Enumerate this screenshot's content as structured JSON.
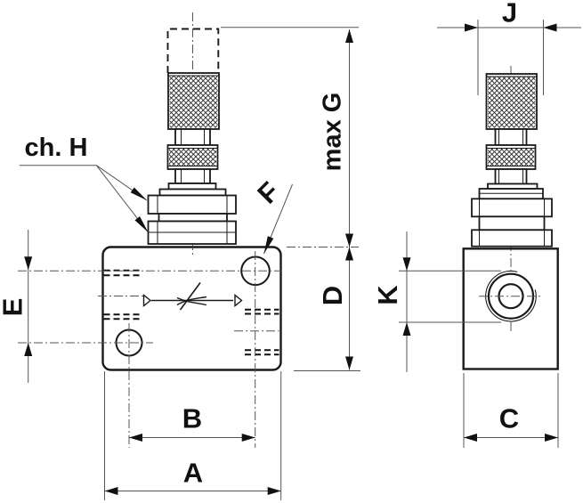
{
  "drawing": {
    "dimension_labels": {
      "overall_width": "A",
      "port_spacing_horizontal": "B",
      "side_width": "C",
      "body_height": "D",
      "port_spacing_vertical": "E",
      "port_callout": "F",
      "max_height": "max G",
      "wrench_flats": "ch. H",
      "locknut_width": "J",
      "port_thread": "K"
    },
    "colors": {
      "line": "#1a1a1a",
      "dim_line": "#555555",
      "background": "#ffffff"
    }
  }
}
